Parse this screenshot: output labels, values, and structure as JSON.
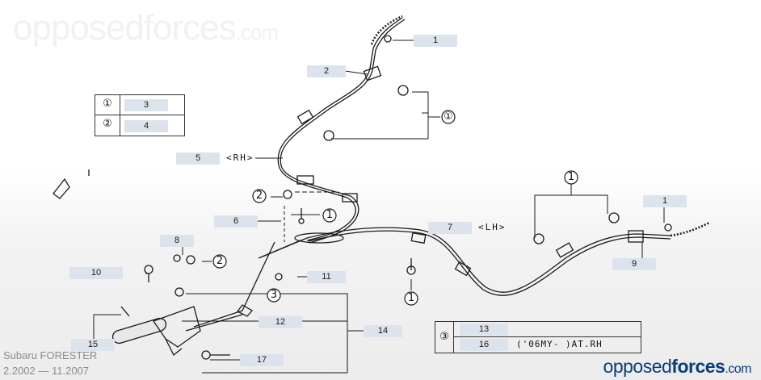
{
  "watermark": {
    "text": "opposedforces",
    "suffix": ".com"
  },
  "callouts": {
    "c1a": "1",
    "c2": "2",
    "c3": "3",
    "c4": "4",
    "c5": "5",
    "c6": "6",
    "c7": "7",
    "c8": "8",
    "c9": "9",
    "c1b": "1",
    "c10": "10",
    "c11": "11",
    "c12": "12",
    "c13": "13",
    "c14": "14",
    "c15": "15",
    "c16": "16",
    "c17": "17"
  },
  "side_labels": {
    "rh": "<RH>",
    "lh": "<LH>"
  },
  "legend_left": {
    "rows": [
      {
        "symbol": "①",
        "ref": "3"
      },
      {
        "symbol": "②",
        "ref": "4"
      }
    ]
  },
  "legend_bottom": {
    "symbol": "③",
    "rows": [
      {
        "ref": "13",
        "note": ""
      },
      {
        "ref": "16",
        "note": "('06MY-    )AT.RH"
      }
    ]
  },
  "symbols": {
    "one": "①",
    "two": "②",
    "three": "③"
  },
  "caption": {
    "model": "Subaru FORESTER",
    "years": "2.2002 — 11.2007"
  },
  "brand": {
    "part1": "opposed",
    "part2": "forces",
    "suffix": ".com"
  }
}
